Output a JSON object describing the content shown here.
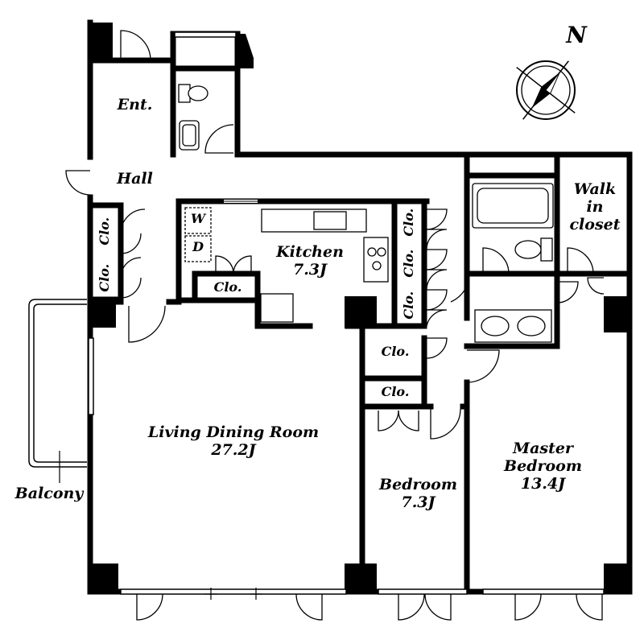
{
  "compass": {
    "label": "N",
    "icon": "north-arrow-icon"
  },
  "rooms": {
    "entrance": "Ent.",
    "hall": "Hall",
    "walk_in_closet": [
      "Walk",
      "in",
      "closet"
    ],
    "kitchen": {
      "name": "Kitchen",
      "size": "7.3J"
    },
    "living_dining": {
      "name": "Living Dining Room",
      "size": "27.2J"
    },
    "bedroom": {
      "name": "Bedroom",
      "size": "7.3J"
    },
    "master_bedroom": {
      "name": [
        "Master",
        "Bedroom"
      ],
      "size": "13.4J"
    },
    "balcony": "Balcony"
  },
  "closets": {
    "hall_top": "Clo.",
    "hall_bottom": "Clo.",
    "kitchen": "Clo.",
    "mid_1": "Clo.",
    "mid_2": "Clo.",
    "mid_3": "Clo.",
    "bedroom_1": "Clo.",
    "bedroom_2": "Clo."
  },
  "appliances": {
    "washer": "W",
    "dryer": "D"
  },
  "colors": {
    "wall": "#000000",
    "background": "#ffffff",
    "fixture": "#555555"
  }
}
